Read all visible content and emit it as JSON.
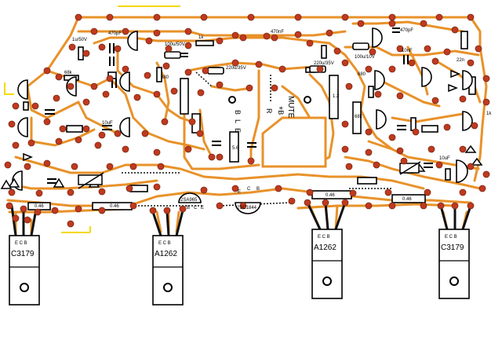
{
  "labels": {
    "c_1u50": "1u/50V",
    "c_470p": "470pF",
    "c_100u50": "100u/50V",
    "r_1k_top": "1k",
    "c_470nf": "470nF",
    "c_220u35_a": "220u/35V",
    "c_220u35_b": "220u/35V",
    "c_100u10": "100u/10V",
    "c_10nf": "10nF",
    "c_22n": "22n",
    "r_68k": "68k",
    "r_680_left": "680",
    "r_680_right": "680",
    "r_68k_right": "68k",
    "r_1k_right": "1k",
    "c_10uf": "10uF",
    "c_10uf_left": "10uF",
    "r_046_a": "0.46",
    "r_046_b": "0.46",
    "r_046_c": "0.46",
    "r_046_d": "0.46",
    "r_1_2": "1.2",
    "r_5_6": "5.6",
    "q_2sa": "2SA965",
    "q_2sc": "2SC1844",
    "term_b": "B",
    "term_l": "L",
    "term_e": "E",
    "term_r": "R",
    "term_plus_b": "+B",
    "term_mute": "MUTE",
    "pin_e": "E",
    "pin_c": "C",
    "pin_b": "B"
  },
  "power_transistors": [
    {
      "label": "C3179",
      "pins": "E C B"
    },
    {
      "label": "A1262",
      "pins": "E C B"
    },
    {
      "label": "A1262",
      "pins": "E C B"
    },
    {
      "label": "C3179",
      "pins": "E C B"
    }
  ]
}
